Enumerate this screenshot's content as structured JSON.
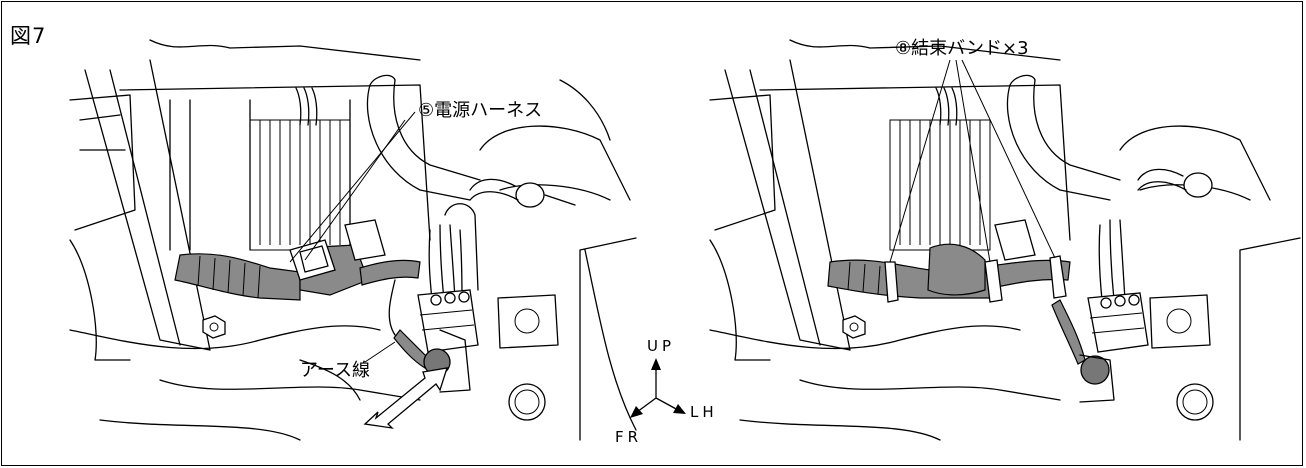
{
  "figure_label": "図7",
  "left_panel": {
    "callout_power_harness": "⑤電源ハーネス",
    "callout_ground_wire": "アース線"
  },
  "right_panel": {
    "callout_cable_ties": "⑧結束バンド×3"
  },
  "orientation": {
    "up": "UP",
    "lh": "LH",
    "fr": "FR"
  }
}
